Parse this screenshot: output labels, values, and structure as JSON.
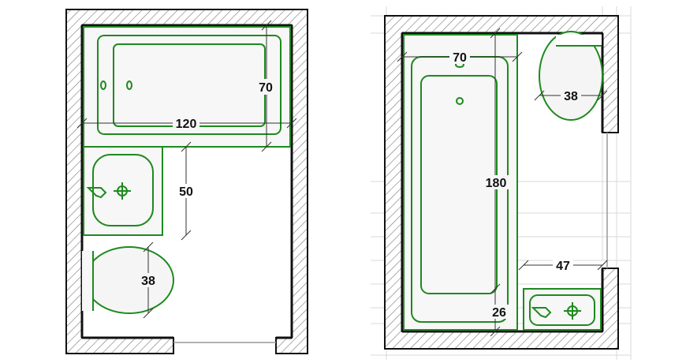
{
  "plans": [
    {
      "id": "left-plan",
      "dimensions": {
        "bathtub_width": "70",
        "bathtub_length": "120",
        "sink_clearance": "50",
        "toilet_width": "38"
      }
    },
    {
      "id": "right-plan",
      "dimensions": {
        "bathtub_width": "70",
        "bathtub_length": "180",
        "toilet_width": "38",
        "door_width": "47",
        "sink_gap": "26"
      }
    }
  ],
  "colors": {
    "fixture_outline": "#1e8a1e",
    "wall_outline": "#111111",
    "hatch": "#666666",
    "dimension_line": "#333333",
    "grid": "#d8d8d8"
  }
}
